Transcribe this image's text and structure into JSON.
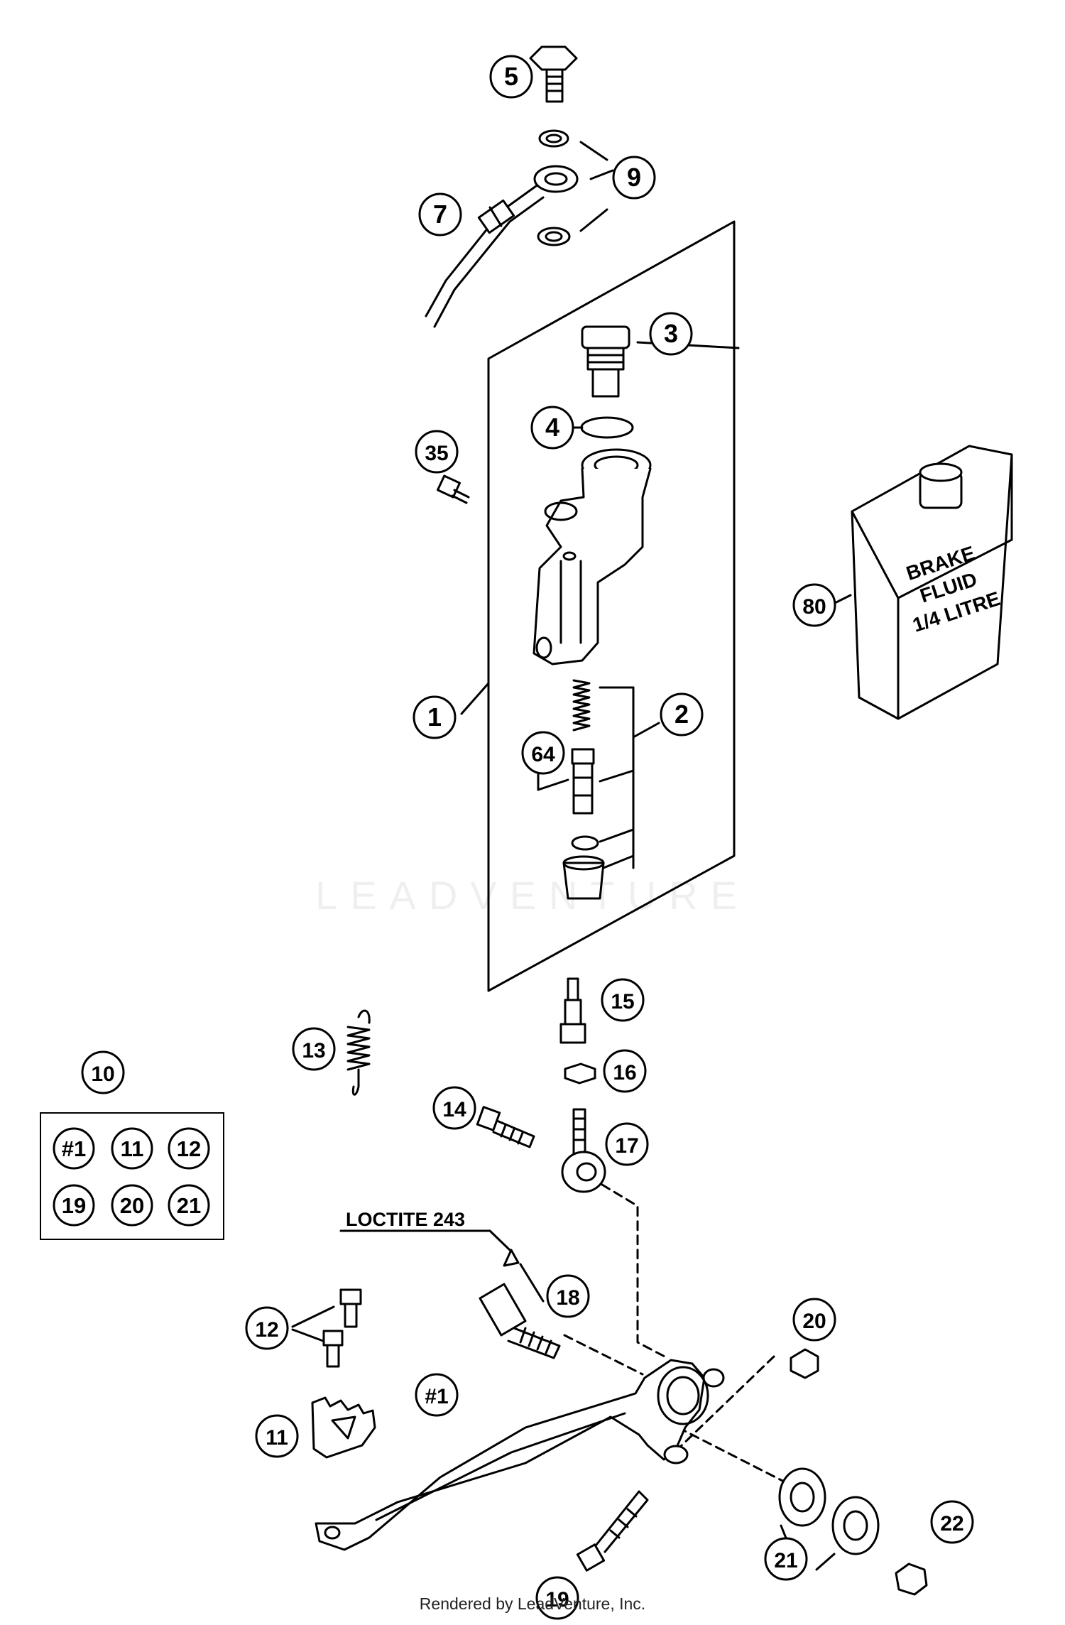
{
  "diagram": {
    "callouts": {
      "c5": "5",
      "c9": "9",
      "c7": "7",
      "c3": "3",
      "c4": "4",
      "c35": "35",
      "c80": "80",
      "c1": "1",
      "c2": "2",
      "c64": "64",
      "c15": "15",
      "c13": "13",
      "c16": "16",
      "c10": "10",
      "c14": "14",
      "c17": "17",
      "c18": "18",
      "c12": "12",
      "c20": "20",
      "c11": "11",
      "c1b": "#1",
      "c22": "22",
      "c21": "21",
      "c19": "19"
    },
    "kit_box": {
      "items": [
        "#1",
        "11",
        "12",
        "19",
        "20",
        "21"
      ]
    },
    "fluid_label": [
      "BRAKE",
      "FLUID",
      "1/4 LITRE"
    ],
    "note_label": "LOCTITE 243"
  },
  "watermark": "LEADVENTURE",
  "footer": "Rendered by LeadVenture, Inc."
}
